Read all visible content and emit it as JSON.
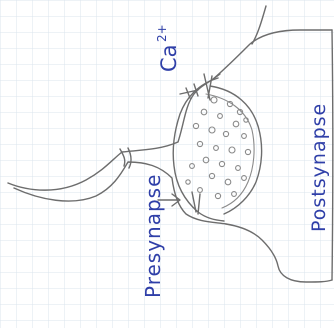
{
  "labels": {
    "presynapse": "Presynapse",
    "postsynapse": "Postsynapse",
    "ion_base": "Ca",
    "ion_charge": "2+"
  },
  "colors": {
    "paper": "#ffffff",
    "grid": "#dbe4ee",
    "pencil": "#6d6d6d",
    "ink": "#2f3fa8"
  }
}
